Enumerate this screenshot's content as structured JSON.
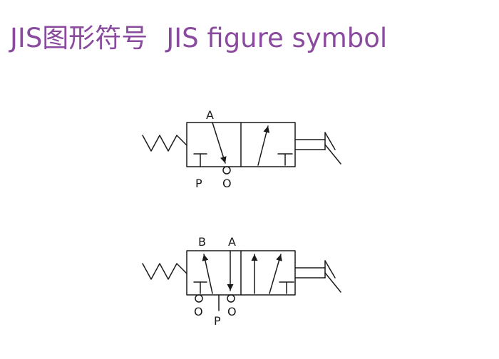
{
  "title": {
    "cn": "JIS图形符号",
    "en": "JIS figure symbol"
  },
  "diagrams": [
    {
      "ports": {
        "a": "A",
        "p": "P",
        "o": "O"
      }
    },
    {
      "ports": {
        "b": "B",
        "a": "A",
        "p": "P",
        "o1": "O",
        "o2": "O"
      }
    }
  ],
  "colors": {
    "title": "#8a4a9e",
    "line": "#1a1a1a"
  }
}
